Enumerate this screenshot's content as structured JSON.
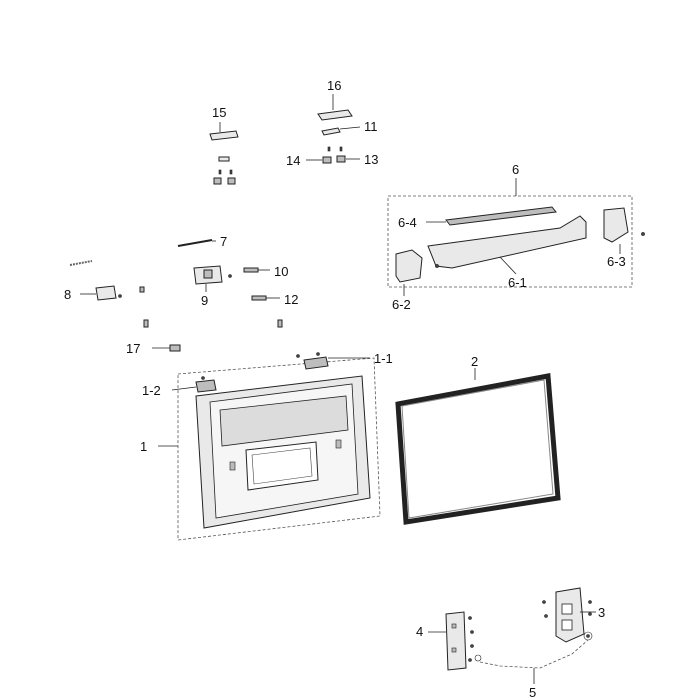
{
  "labels": {
    "p1": "1",
    "p1_1": "1-1",
    "p1_2": "1-2",
    "p2": "2",
    "p3": "3",
    "p4": "4",
    "p5": "5",
    "p6": "6",
    "p6_1": "6-1",
    "p6_2": "6-2",
    "p6_3": "6-3",
    "p6_4": "6-4",
    "p7": "7",
    "p8": "8",
    "p9": "9",
    "p10": "10",
    "p11": "11",
    "p12": "12",
    "p13": "13",
    "p14": "14",
    "p15": "15",
    "p16": "16",
    "p17": "17"
  }
}
